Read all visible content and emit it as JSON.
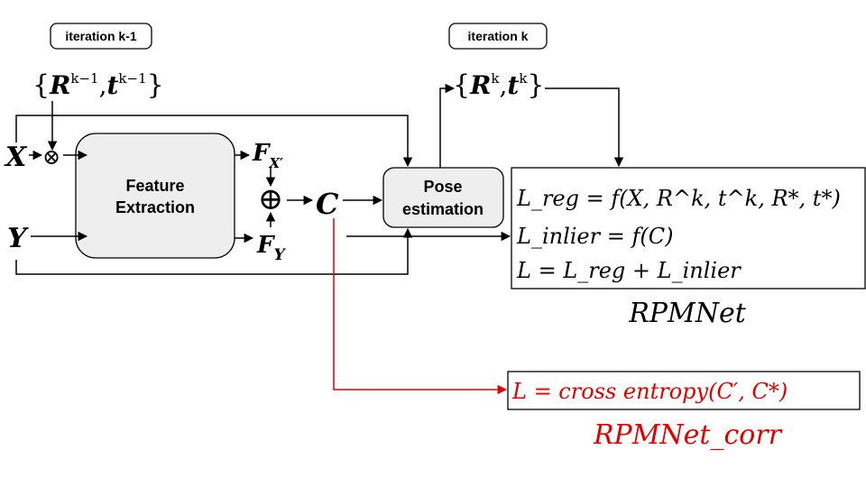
{
  "tags": {
    "iter_prev": "iteration k-1",
    "iter_cur": "iteration k"
  },
  "inputs": {
    "prev_pose": {
      "open": "{",
      "R": "R",
      "R_sup": "k−1",
      "comma": ",",
      "t": "t",
      "t_sup": "k−1",
      "close": "}"
    },
    "cur_pose": {
      "open": "{",
      "R": "R",
      "R_sup": "k",
      "comma": ",",
      "t": "t",
      "t_sup": "k",
      "close": "}"
    },
    "X": "X",
    "Y": "Y"
  },
  "blocks": {
    "feature_line1": "Feature",
    "feature_line2": "Extraction",
    "pose_line1": "Pose",
    "pose_line2": "estimation"
  },
  "features": {
    "FX": "F",
    "FX_sub": "X′",
    "FY": "F",
    "FY_sub": "Y",
    "C": "C"
  },
  "operators": {
    "multiply": "⊗",
    "concat": "⊕"
  },
  "loss_box": {
    "line1": "L_reg = f(X, R^k, t^k, R*, t*)",
    "line2": "L_inlier = f(C)",
    "line3": "L = L_reg + L_inlier"
  },
  "loss_corr": "L = cross entropy(C′, C*)",
  "labels": {
    "rpmnet": "RPMNet",
    "rpmnet_corr": "RPMNet_corr"
  },
  "colors": {
    "line": "#000000",
    "box_fill": "#eeeeee",
    "accent_red": "#e00000"
  }
}
